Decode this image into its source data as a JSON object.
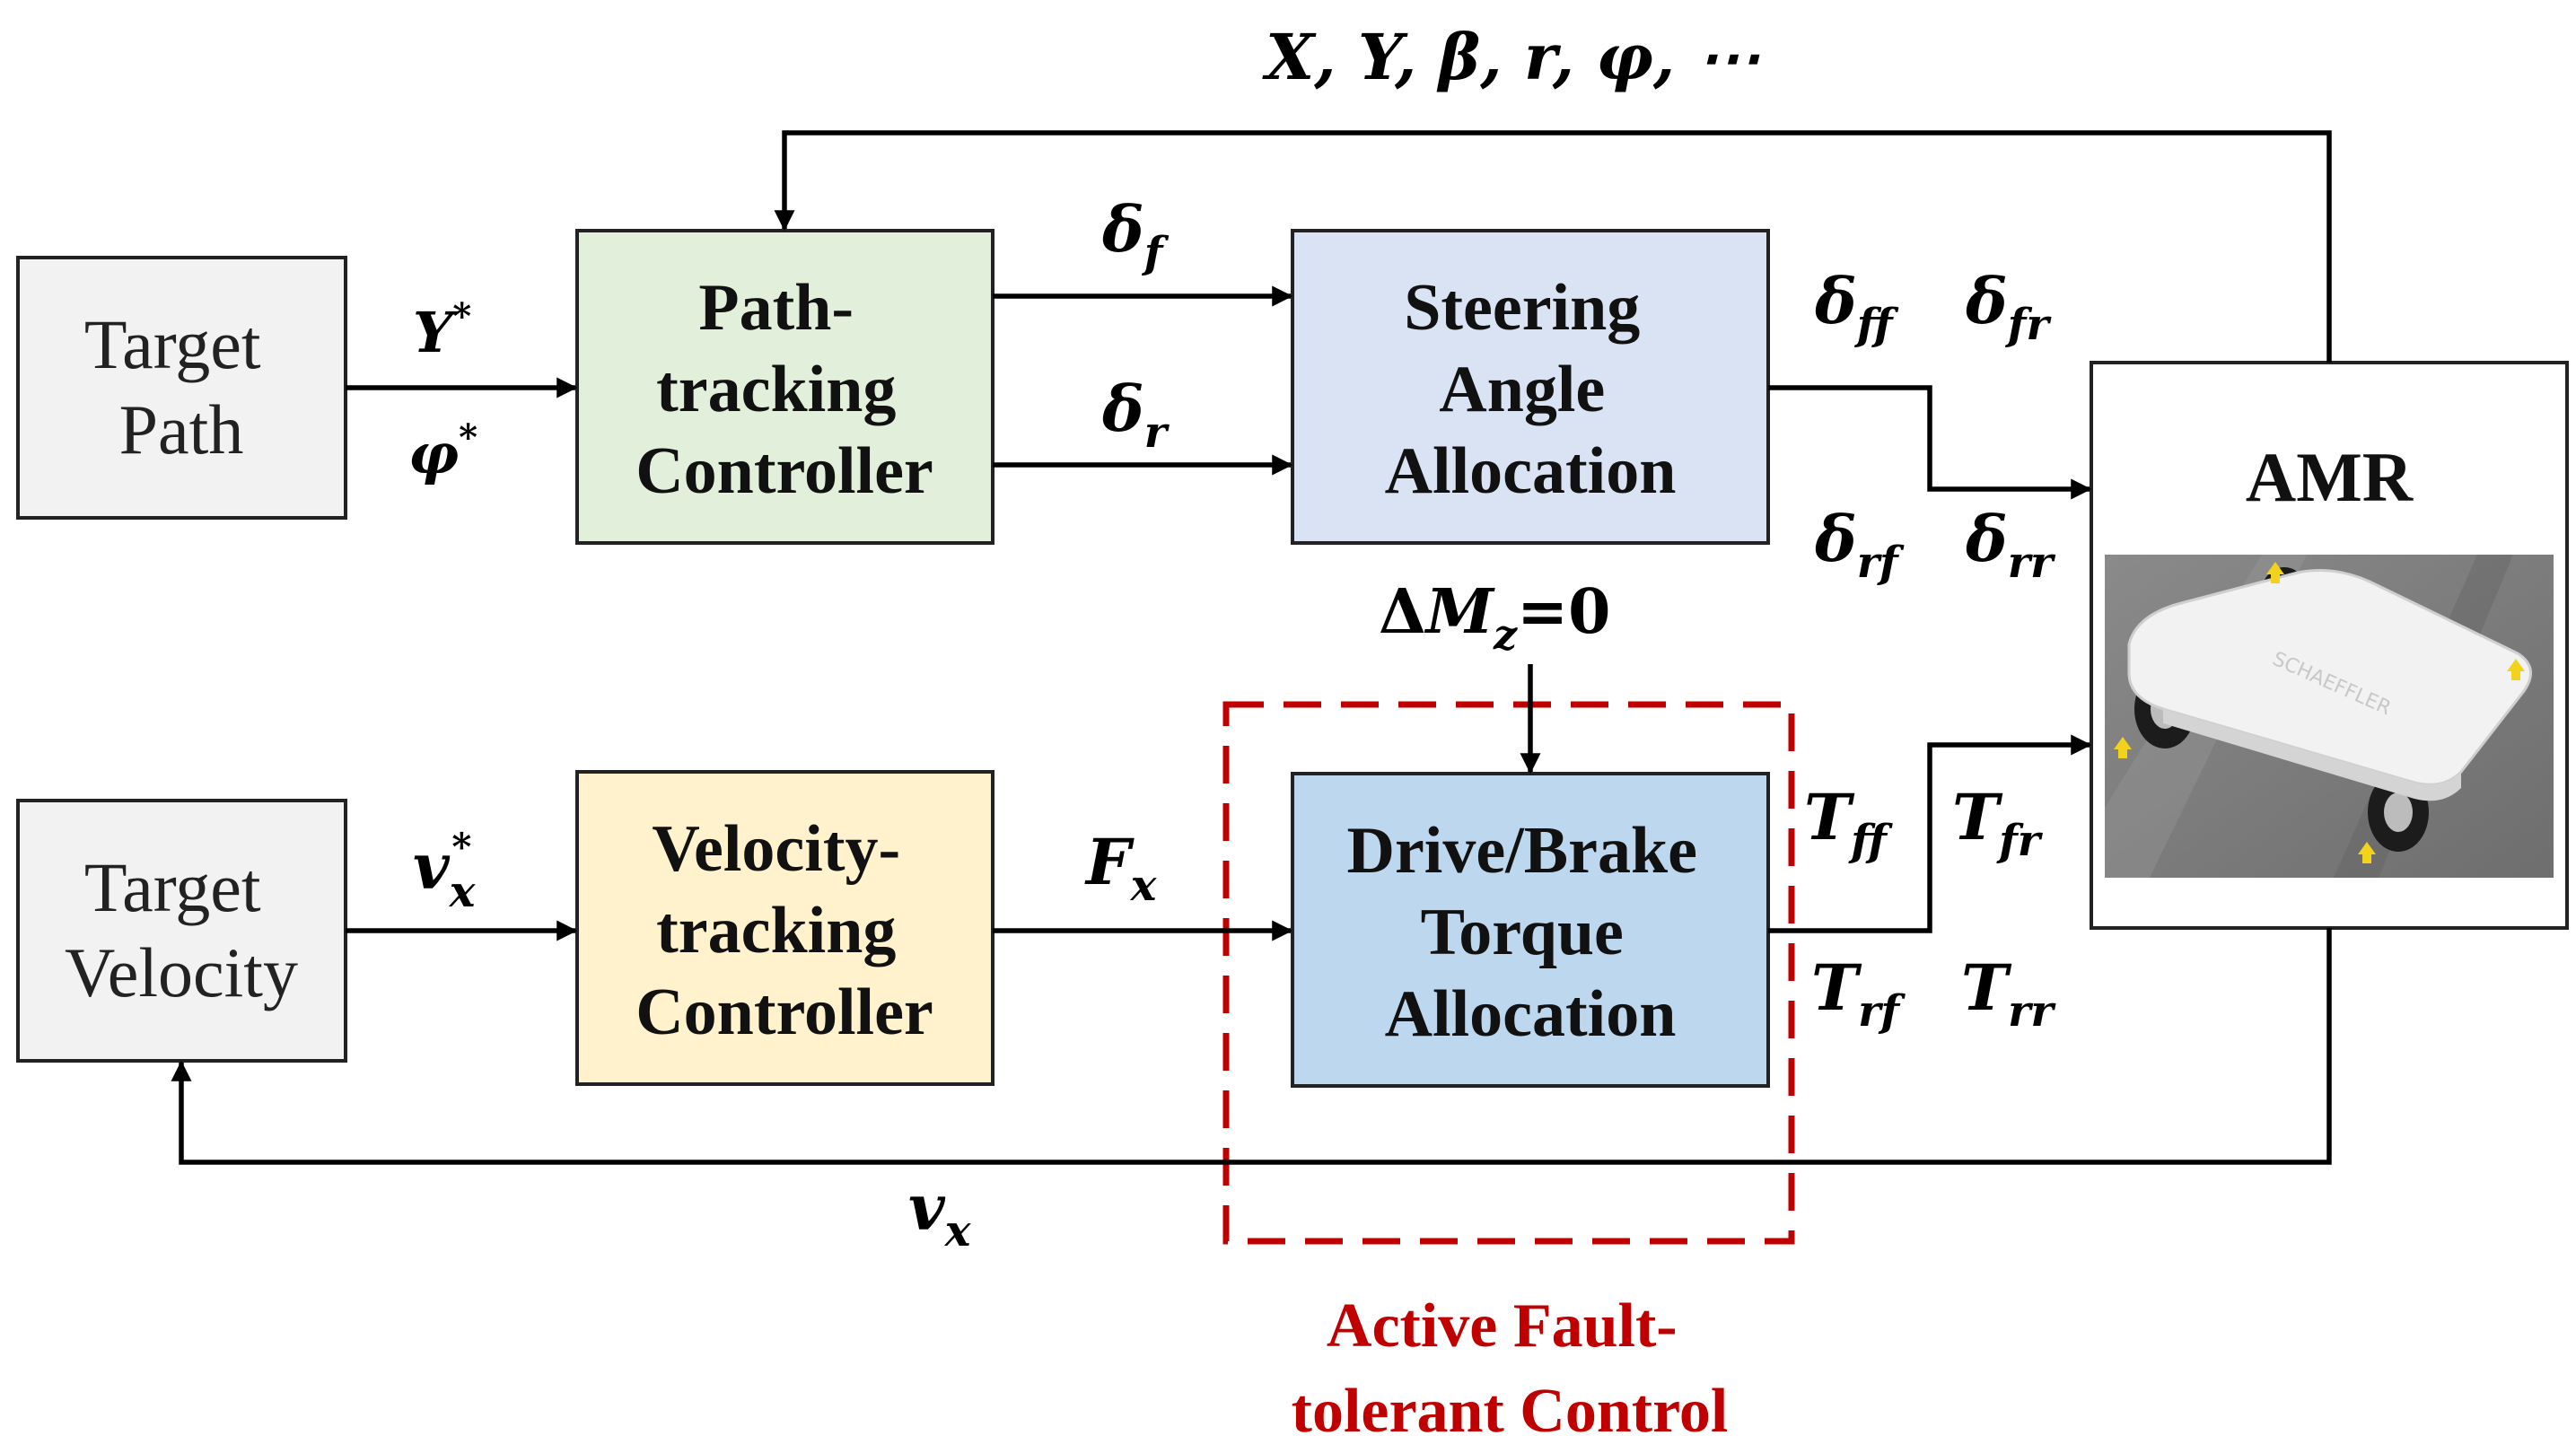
{
  "colors": {
    "target_box": "#f2f2f2",
    "path_controller": "#e2efda",
    "steering_allocation": "#dae3f3",
    "velocity_controller": "#fff2cc",
    "torque_allocation": "#bdd7ee",
    "amr_box": "#ffffff",
    "fault_tolerant": "#c00000"
  },
  "blocks": {
    "target_path": [
      "Target",
      "Path"
    ],
    "target_velocity": [
      "Target",
      "Velocity"
    ],
    "path_controller": [
      "Path-",
      "tracking",
      "Controller"
    ],
    "steering_allocation": [
      "Steering",
      "Angle",
      "Allocation"
    ],
    "velocity_controller": [
      "Velocity-",
      "tracking",
      "Controller"
    ],
    "torque_allocation": [
      "Drive/Brake",
      "Torque",
      "Allocation"
    ],
    "amr": "AMR"
  },
  "signals": {
    "feedback_states": "X, Y, β, r, φ, ⋯",
    "y_ref": {
      "base": "Y",
      "sup": "*"
    },
    "phi_ref": {
      "base": "φ",
      "sup": "*"
    },
    "delta_f": {
      "base": "δ",
      "sub": "f"
    },
    "delta_r": {
      "base": "δ",
      "sub": "r"
    },
    "delta_ff": {
      "base": "δ",
      "sub": "ff"
    },
    "delta_fr": {
      "base": "δ",
      "sub": "fr"
    },
    "delta_rf": {
      "base": "δ",
      "sub": "rf"
    },
    "delta_rr": {
      "base": "δ",
      "sub": "rr"
    },
    "vx_ref": {
      "base": "v",
      "sub": "x",
      "sup": "*"
    },
    "fx": {
      "base": "F",
      "sub": "x"
    },
    "t_ff": {
      "base": "T",
      "sub": "ff"
    },
    "t_fr": {
      "base": "T",
      "sub": "fr"
    },
    "t_rf": {
      "base": "T",
      "sub": "rf"
    },
    "t_rr": {
      "base": "T",
      "sub": "rr"
    },
    "vx": {
      "base": "v",
      "sub": "x"
    },
    "delta_mz": {
      "prefix": "Δ",
      "base": "M",
      "sub": "z",
      "suffix": "=0"
    }
  },
  "fault_tolerant_label": [
    "Active Fault-",
    "tolerant Control"
  ],
  "vehicle_icon": "amr-vehicle-icon",
  "vehicle_text": "SCHAEFFLER"
}
